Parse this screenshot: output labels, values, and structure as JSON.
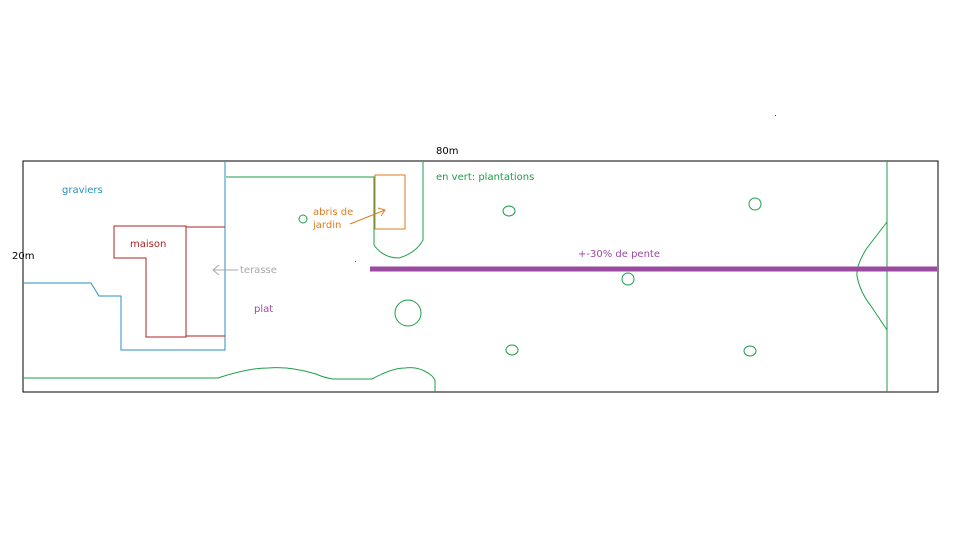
{
  "plan": {
    "width_label": "80m",
    "height_label": "20m",
    "legend_note": "en vert: plantations",
    "slope_label": "+-30% de pente",
    "labels": {
      "graviers": "graviers",
      "maison": "maison",
      "terasse": "terasse",
      "plat": "plat",
      "abris_line1": "abris de",
      "abris_line2": "jardin"
    }
  },
  "colors": {
    "outline": "#000000",
    "green_plantations": "#1e9e4a",
    "blue_gravel": "#2a8fc4",
    "red_house": "#b22222",
    "orange_shed": "#e07b1f",
    "purple_slope": "#9b4aa1",
    "grey_terrace": "#a8a8a8"
  }
}
